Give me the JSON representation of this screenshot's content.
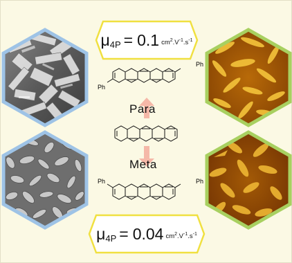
{
  "badges": {
    "top": {
      "symbol": "μ",
      "subscript": "4P",
      "equals": "=",
      "value": "0.1",
      "unit_main": "cm",
      "unit_sup1": "2",
      "unit_mid": ".V",
      "unit_sup2": "-1",
      "unit_mid2": ".s",
      "unit_sup3": "-1"
    },
    "bottom": {
      "symbol": "μ",
      "subscript": "4P",
      "equals": "=",
      "value": "0.04",
      "unit_main": "cm",
      "unit_sup1": "2",
      "unit_mid": ".V",
      "unit_sup2": "-1",
      "unit_mid2": ".s",
      "unit_sup3": "-1"
    }
  },
  "labels": {
    "para": "Para",
    "meta": "Meta"
  },
  "substituent": "Ph",
  "colors": {
    "badge_border": "#f0e040",
    "hex_left_border": "#9ec3e6",
    "hex_right_border": "#a8d060",
    "arrow_fill": "#f5b8a8",
    "background": "#fbf9e4"
  }
}
